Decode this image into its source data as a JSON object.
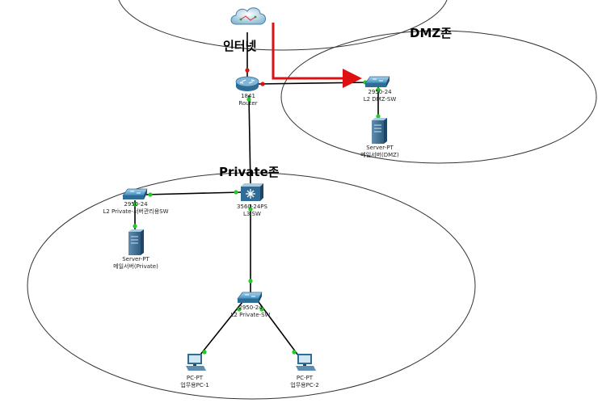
{
  "zones": {
    "internet": "인터넷",
    "dmz": "DMZ존",
    "private": "Private존"
  },
  "devices": {
    "cloud": {
      "icon": "cloud-icon"
    },
    "router": {
      "model": "1841",
      "name": "Router",
      "icon": "router-icon"
    },
    "dmz_switch": {
      "model": "2950-24",
      "name": "L2 DMZ-SW",
      "icon": "switch-icon"
    },
    "dmz_server": {
      "model": "Server-PT",
      "name": "메일서버(DMZ)",
      "icon": "server-icon"
    },
    "l3_switch": {
      "model": "3560-24PS",
      "name": "L3 SW",
      "icon": "multilayer-switch-icon"
    },
    "mgmt_switch": {
      "model": "2950-24",
      "name": "L2 Private-서버관리용SW",
      "icon": "switch-icon"
    },
    "private_server": {
      "model": "Server-PT",
      "name": "메일서버(Private)",
      "icon": "server-icon"
    },
    "private_switch": {
      "model": "2950-24",
      "name": "L2 Private-SW",
      "icon": "switch-icon"
    },
    "pc1": {
      "model": "PC-PT",
      "name": "업무용PC-1",
      "icon": "pc-icon"
    },
    "pc2": {
      "model": "PC-PT",
      "name": "업무용PC-2",
      "icon": "pc-icon"
    }
  },
  "colors": {
    "link": "#000000",
    "link_up": "#22cc22",
    "link_down": "#dd1111",
    "annotation_arrow": "#dd1111"
  }
}
